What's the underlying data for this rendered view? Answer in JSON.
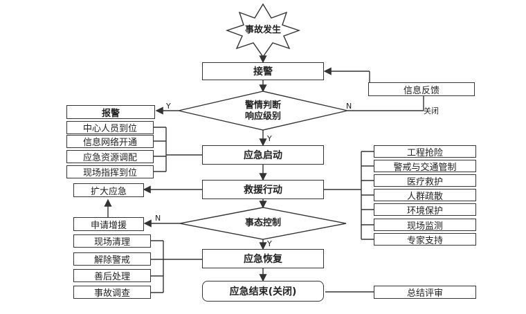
{
  "start": "事故发生",
  "main": {
    "alarm": "接警",
    "judge_line1": "警情判断",
    "judge_line2": "响应级别",
    "start_response": "应急启动",
    "rescue": "救援行动",
    "control": "事态控制",
    "recovery": "应急恢复",
    "end": "应急结束(关闭)"
  },
  "feedback": "信息反馈",
  "report": "报警",
  "left_start": [
    "中心人员到位",
    "信息网络开通",
    "应急资源调配",
    "现场指挥到位"
  ],
  "expand": "扩大应急",
  "request": "申请增援",
  "left_recovery": [
    "现场清理",
    "解除警戒",
    "善后处理",
    "事故调查"
  ],
  "right_rescue": [
    "工程抢险",
    "警戒与交通管制",
    "医疗救护",
    "人群疏散",
    "环境保护",
    "现场监测",
    "专家支持"
  ],
  "review": "总结评审",
  "labels": {
    "y1": "Y",
    "n1": "N",
    "close": "关闭",
    "y2": "Y",
    "n2": "N",
    "y3": "Y"
  }
}
